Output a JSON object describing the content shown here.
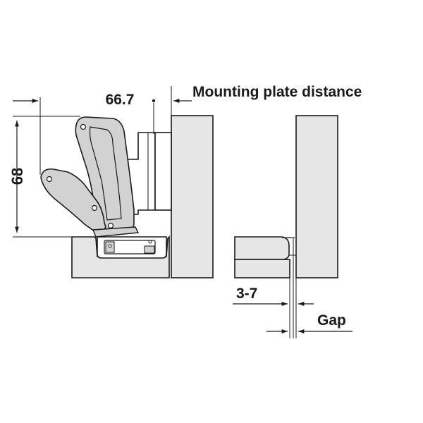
{
  "labels": {
    "dim_width": "66.7",
    "mounting_plate_distance": "Mounting plate distance",
    "dim_height": "68",
    "dim_overlay_range": "3-7",
    "gap": "Gap"
  },
  "colors": {
    "panel_fill": "#e6e6e6",
    "hinge_fill": "#d2d2d2",
    "line": "#1a1a1a",
    "white": "#ffffff"
  }
}
